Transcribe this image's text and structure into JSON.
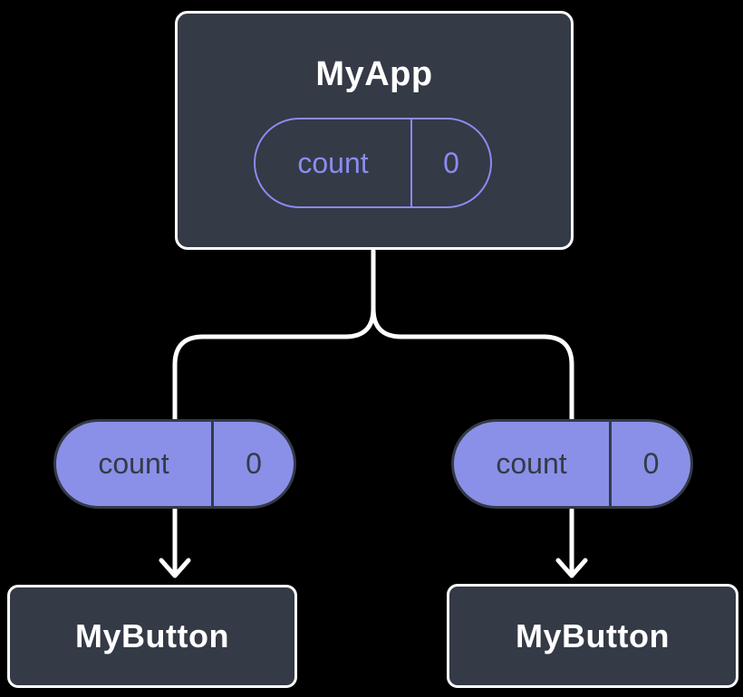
{
  "background_color": "#000000",
  "colors": {
    "node_fill": "#343a46",
    "node_border": "#ffffff",
    "node_title_text": "#ffffff",
    "state_pill_outline": "#8a8cf0",
    "state_pill_text": "#8a8cf0",
    "prop_pill_fill": "#8a90e8",
    "prop_pill_border": "#343a46",
    "prop_pill_text": "#343a46",
    "connector_line": "#ffffff"
  },
  "diagram": {
    "root": {
      "title": "MyApp",
      "state": {
        "label": "count",
        "value": "0"
      }
    },
    "children": [
      {
        "prop": {
          "label": "count",
          "value": "0"
        },
        "title": "MyButton"
      },
      {
        "prop": {
          "label": "count",
          "value": "0"
        },
        "title": "MyButton"
      }
    ]
  }
}
